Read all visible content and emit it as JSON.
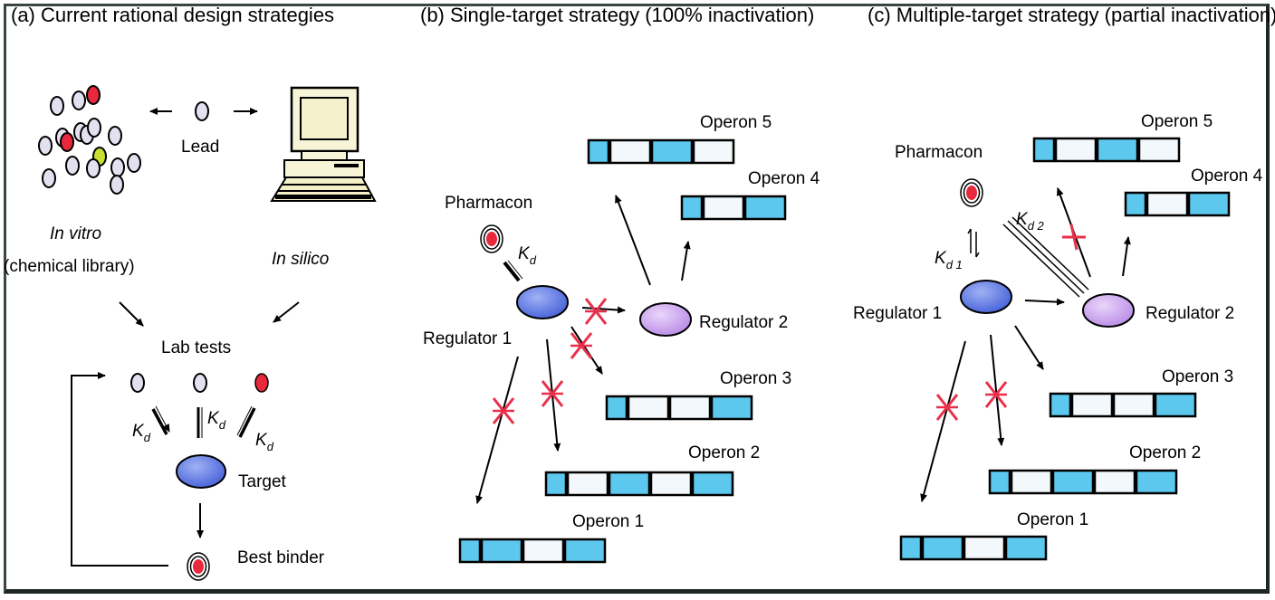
{
  "panels": {
    "a": {
      "title": "(a)  Current rational design strategies",
      "lead_label": "Lead",
      "in_vitro_label": "In vitro",
      "in_vitro_sub": "(chemical library)",
      "in_silico_label": "In silico",
      "lab_tests_label": "Lab tests",
      "kd_label": "K",
      "kd_sub": "d",
      "target_label": "Target",
      "best_binder_label": "Best binder"
    },
    "b": {
      "title": "(b)  Single-target strategy (100% inactivation)",
      "pharmacon_label": "Pharmacon",
      "kd_label": "K",
      "kd_sub": "d",
      "regulator1_label": "Regulator 1",
      "regulator2_label": "Regulator 2",
      "operons": [
        {
          "label": "Operon 1",
          "genes": [
            "blue",
            "blue",
            "white",
            "blue"
          ]
        },
        {
          "label": "Operon 2",
          "genes": [
            "blue",
            "white",
            "blue",
            "white",
            "blue"
          ]
        },
        {
          "label": "Operon 3",
          "genes": [
            "blue",
            "white",
            "white",
            "blue"
          ]
        },
        {
          "label": "Operon 4",
          "genes": [
            "blue",
            "white",
            "blue"
          ]
        },
        {
          "label": "Operon 5",
          "genes": [
            "blue",
            "white",
            "blue",
            "white"
          ]
        }
      ]
    },
    "c": {
      "title": "(c)  Multiple-target strategy (partial inactivation)",
      "pharmacon_label": "Pharmacon",
      "kd1_label": "K",
      "kd1_sub": "d 1",
      "kd2_label": "K",
      "kd2_sub": "d 2",
      "regulator1_label": "Regulator 1",
      "regulator2_label": "Regulator 2",
      "operons": [
        {
          "label": "Operon 1",
          "genes": [
            "blue",
            "blue",
            "white",
            "blue"
          ]
        },
        {
          "label": "Operon 2",
          "genes": [
            "blue",
            "white",
            "blue",
            "white",
            "blue"
          ]
        },
        {
          "label": "Operon 3",
          "genes": [
            "blue",
            "white",
            "white",
            "blue"
          ]
        },
        {
          "label": "Operon 4",
          "genes": [
            "blue",
            "white",
            "blue"
          ]
        },
        {
          "label": "Operon 5",
          "genes": [
            "blue",
            "white",
            "blue",
            "white"
          ]
        }
      ]
    }
  },
  "colors": {
    "gene_blue": "#5cc8ee",
    "gene_white": "#f2f8fb",
    "regulator1": "#5470e0",
    "regulator2": "#c49ae8",
    "ligand_red": "#e8283c",
    "inhibit_x": "#e8304a",
    "monitor_screen": "#f7f4d8",
    "ligand_light": "#e4e0f0",
    "ligand_yellow": "#c8e030"
  }
}
